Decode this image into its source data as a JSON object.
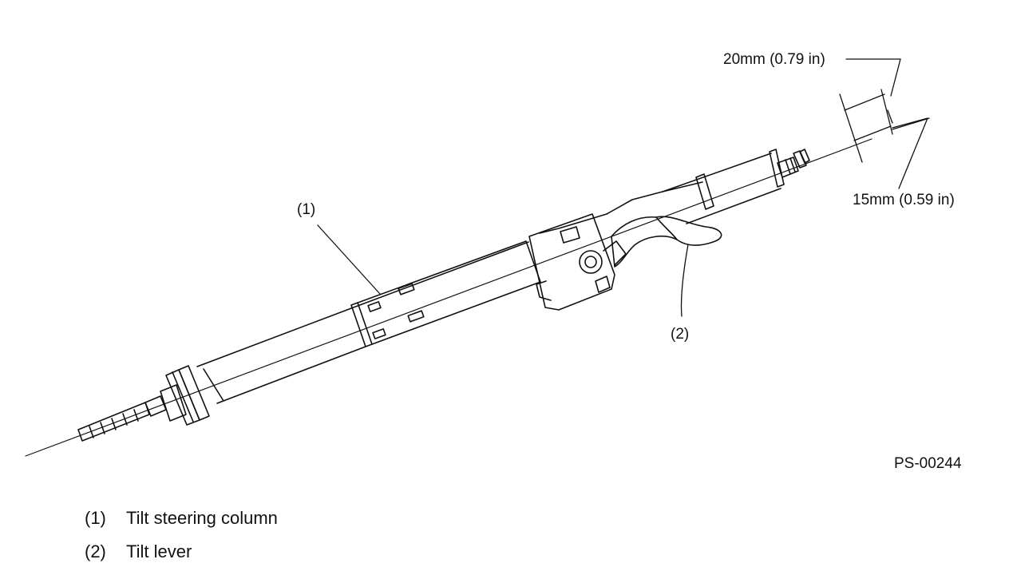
{
  "callouts": {
    "c1": "(1)",
    "c2": "(2)"
  },
  "dimensions": {
    "top": "20mm (0.79 in)",
    "bottom": "15mm (0.59 in)"
  },
  "figure_id": "PS-00244",
  "legend": [
    {
      "num": "(1)",
      "text": "Tilt steering column"
    },
    {
      "num": "(2)",
      "text": "Tilt lever"
    }
  ]
}
